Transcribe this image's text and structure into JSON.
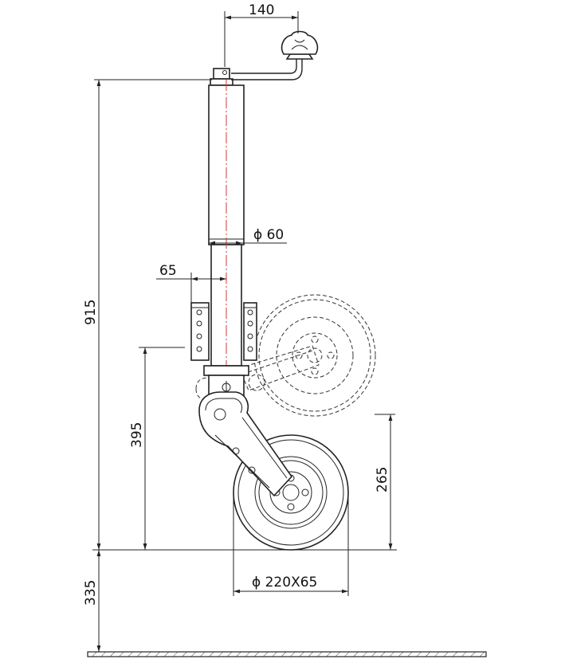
{
  "dimensions": {
    "handle_offset": "140",
    "tube_diameter": "ϕ 60",
    "clamp_width": "65",
    "total_height": "915",
    "pivot_height": "395",
    "raised_wheel_height": "265",
    "wheel_size": "ϕ 220X65",
    "ground_clearance": "335"
  }
}
